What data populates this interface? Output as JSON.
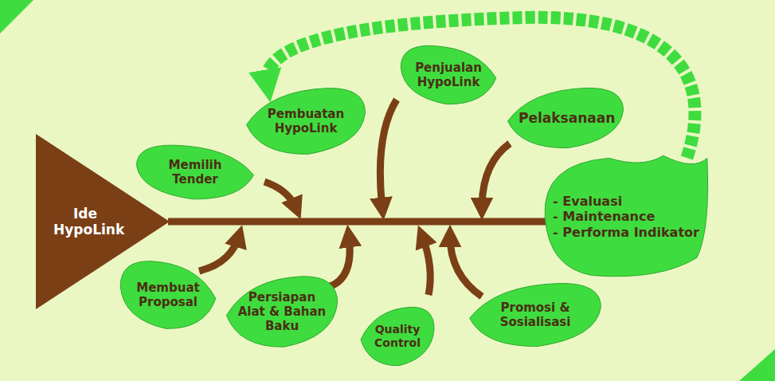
{
  "diagram": {
    "nodes": [
      {
        "text": [
          "Ide HypoLink"
        ]
      },
      {
        "text": [
          "Memilih Tender"
        ]
      },
      {
        "text": [
          "Pembuatan HypoLink"
        ]
      },
      {
        "text": [
          "Penjualan HypoLink"
        ]
      },
      {
        "text": [
          "Pelaksanaan"
        ]
      },
      {
        "text": [
          "- Evaluasi",
          "- Maintenance",
          "- Performa Indikator"
        ]
      },
      {
        "text": [
          "Membuat Proposal"
        ]
      },
      {
        "text": [
          "Persiapan Alat & Bahan Baku"
        ]
      },
      {
        "text": [
          "Quality Control"
        ]
      },
      {
        "text": [
          "Promosi & Sosialisasi"
        ]
      }
    ],
    "edges": [
      {
        "from": 0,
        "to": 5,
        "arrow": "none"
      },
      {
        "from": 5,
        "to": 2,
        "arrow": "to"
      }
    ]
  }
}
